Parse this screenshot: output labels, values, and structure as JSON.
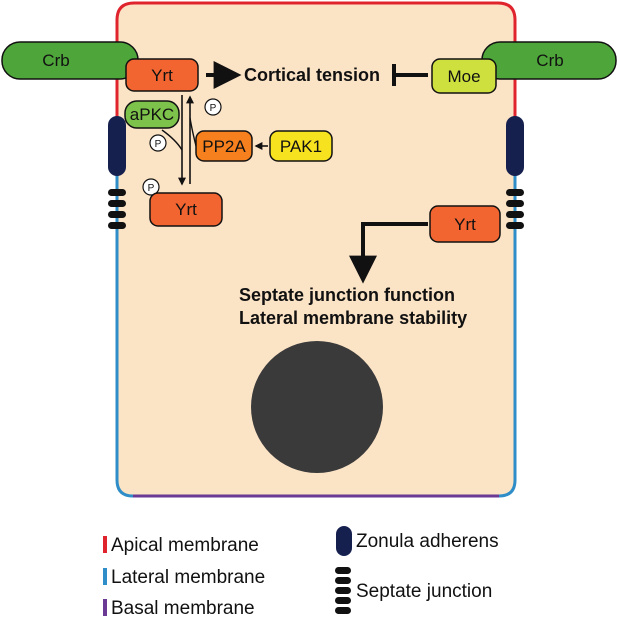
{
  "colors": {
    "apical": "#e0242e",
    "lateral": "#2f8ec8",
    "basal": "#6a3a94",
    "cytoplasm": "#fbe3c6",
    "crb": "#4ea53a",
    "yrt": "#f26530",
    "moe": "#cde03e",
    "apkc": "#7dc24a",
    "pp2a": "#f7801e",
    "pak1": "#f7e21f",
    "zonula": "#15204f",
    "nucleus": "#3a3a3a"
  },
  "proteins": {
    "crb_left": "Crb",
    "crb_right": "Crb",
    "yrt_apical": "Yrt",
    "moe": "Moe",
    "apkc": "aPKC",
    "pp2a": "PP2A",
    "pak1": "PAK1",
    "yrt_phospho": "Yrt",
    "yrt_lateral": "Yrt"
  },
  "phospho_label": "P",
  "outcomes": {
    "cortical_tension": "Cortical tension",
    "septate_function": "Septate junction function",
    "lateral_stability": "Lateral membrane stability"
  },
  "legend": {
    "apical": "Apical membrane",
    "lateral": "Lateral membrane",
    "basal": "Basal membrane",
    "zonula": "Zonula adherens",
    "septate": "Septate junction"
  }
}
